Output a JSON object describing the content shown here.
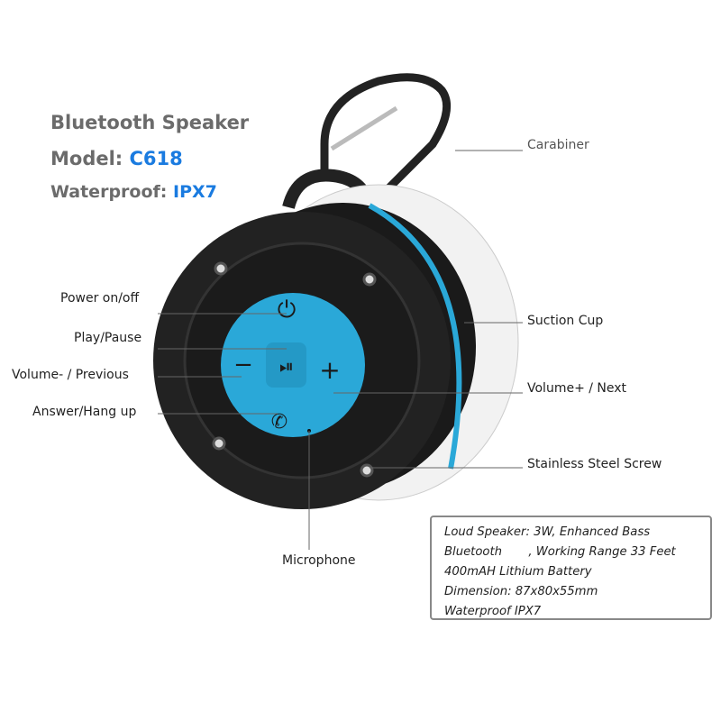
{
  "header": {
    "title": "Bluetooth Speaker",
    "model_label": "Model:",
    "model_value": "C618",
    "waterproof_label": "Waterproof:",
    "waterproof_value": "IPX7"
  },
  "callouts": {
    "carabiner": "Carabiner",
    "suction_cup": "Suction Cup",
    "volume_plus": "Volume+ / Next",
    "screw": "Stainless Steel  Screw",
    "power": "Power on/off",
    "play": "Play/Pause",
    "volume_minus": "Volume- / Previous",
    "answer": "Answer/Hang up",
    "microphone": "Microphone"
  },
  "specs": [
    "Loud Speaker: 3W, Enhanced Bass",
    "Bluetooth       , Working Range 33 Feet",
    "400mAH Lithium Battery",
    "Dimension: 87x80x55mm",
    "Waterproof IPX7"
  ],
  "colors": {
    "accent": "#1a7be0",
    "button_blue": "#2aa8d8",
    "body": "#1e1e1e"
  }
}
